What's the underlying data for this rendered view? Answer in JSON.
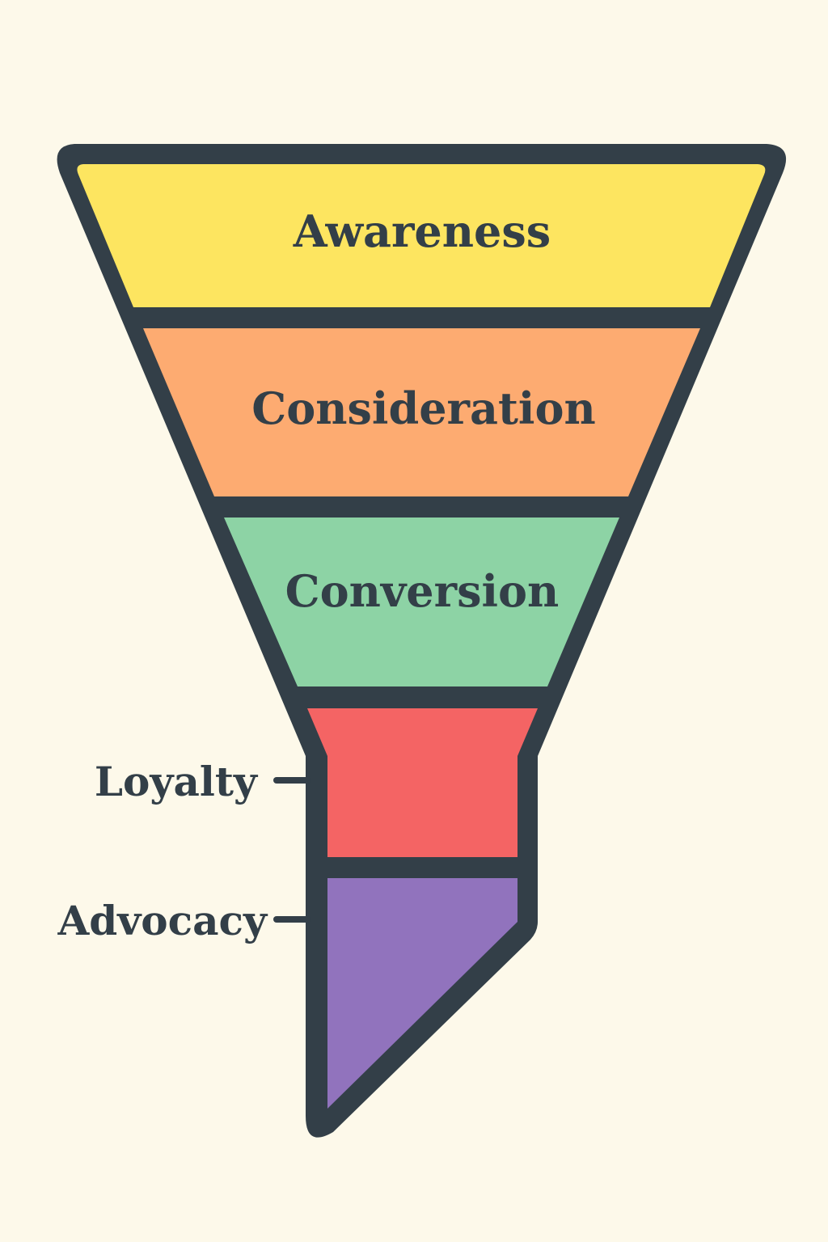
{
  "diagram": {
    "type": "funnel",
    "background_color": "#fdf9ea",
    "outline_color": "#333f48",
    "text_color": "#333f48",
    "stages": [
      {
        "label": "Awareness",
        "color": "#fde560",
        "label_position": "inside"
      },
      {
        "label": "Consideration",
        "color": "#fdab71",
        "label_position": "inside"
      },
      {
        "label": "Conversion",
        "color": "#8dd3a5",
        "label_position": "inside"
      },
      {
        "label": "Loyalty",
        "color": "#f46464",
        "label_position": "left"
      },
      {
        "label": "Advocacy",
        "color": "#9173bd",
        "label_position": "left"
      }
    ]
  }
}
